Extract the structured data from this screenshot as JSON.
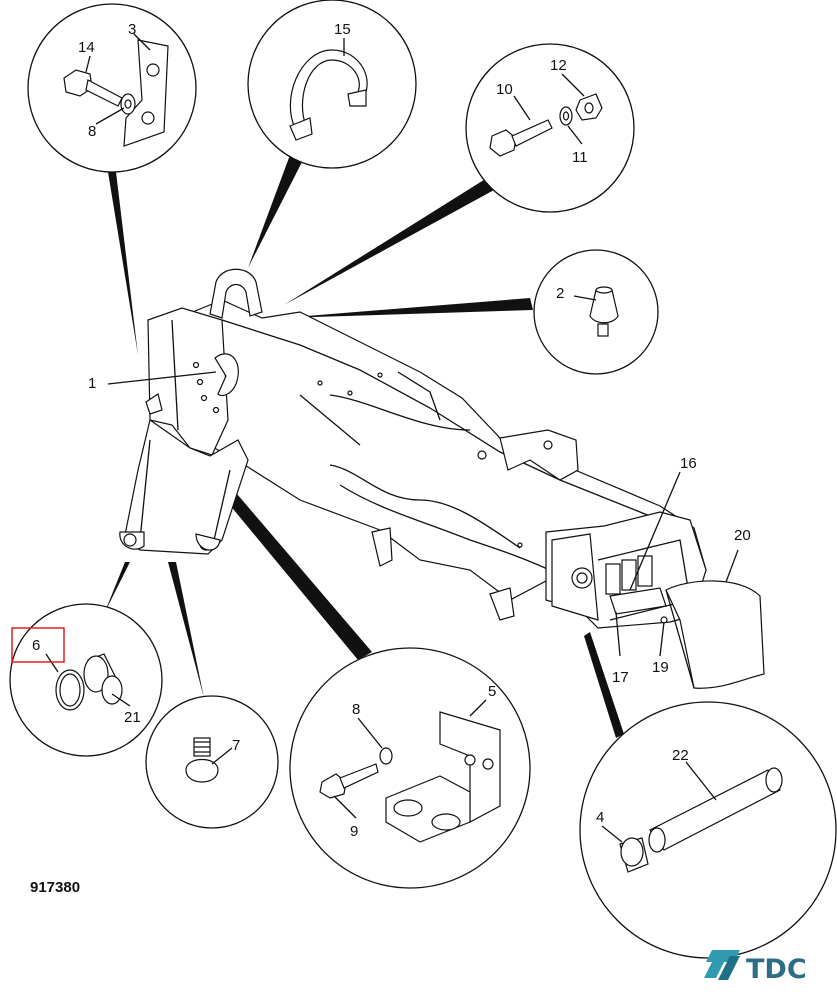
{
  "diagram": {
    "code": "917380",
    "labels": {
      "p1": "1",
      "p2": "2",
      "p3": "3",
      "p4": "4",
      "p5": "5",
      "p6": "6",
      "p7": "7",
      "p8a": "8",
      "p8b": "8",
      "p9": "9",
      "p10": "10",
      "p11": "11",
      "p12": "12",
      "p14": "14",
      "p15": "15",
      "p16": "16",
      "p17": "17",
      "p19": "19",
      "p20": "20",
      "p21": "21",
      "p22": "22"
    },
    "highlight_color": "#e02020"
  },
  "brand": {
    "name": "TDC",
    "color": "#2f6d87",
    "icon": "tdc-logo-icon"
  }
}
